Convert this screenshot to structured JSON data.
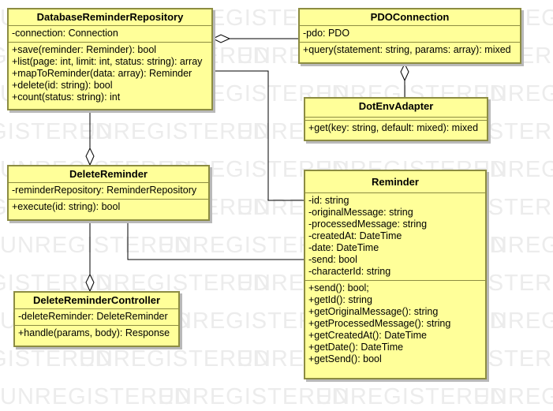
{
  "watermark_text": "UNREGISTERED",
  "classes": {
    "db_repo": {
      "name": "DatabaseReminderRepository",
      "attributes": [
        "-connection: Connection"
      ],
      "operations": [
        "+save(reminder: Reminder): bool",
        "+list(page: int, limit: int, status: string): array",
        "+mapToReminder(data: array): Reminder",
        "+delete(id: string): bool",
        "+count(status: string): int"
      ]
    },
    "pdo": {
      "name": "PDOConnection",
      "attributes": [
        "-pdo: PDO"
      ],
      "operations": [
        "+query(statement: string, params: array): mixed"
      ]
    },
    "dotenv": {
      "name": "DotEnvAdapter",
      "attributes": [],
      "operations": [
        "+get(key: string, default: mixed): mixed"
      ]
    },
    "delete_reminder": {
      "name": "DeleteReminder",
      "attributes": [
        "-reminderRepository: ReminderRepository"
      ],
      "operations": [
        "+execute(id: string): bool"
      ]
    },
    "reminder": {
      "name": "Reminder",
      "attributes": [
        "-id: string",
        "-originalMessage: string",
        "-processedMessage: string",
        "-createdAt: DateTime",
        "-date: DateTime",
        "-send: bool",
        "-characterId: string"
      ],
      "operations": [
        "+send(): bool;",
        "+getId(): string",
        "+getOriginalMessage(): string",
        "+getProcessedMessage(): string",
        "+getCreatedAt(): DateTime",
        "+getDate(): DateTime",
        "+getSend(): bool"
      ]
    },
    "controller": {
      "name": "DeleteReminderController",
      "attributes": [
        "-deleteReminder: DeleteReminder"
      ],
      "operations": [
        "+handle(params, body): Response"
      ]
    }
  }
}
